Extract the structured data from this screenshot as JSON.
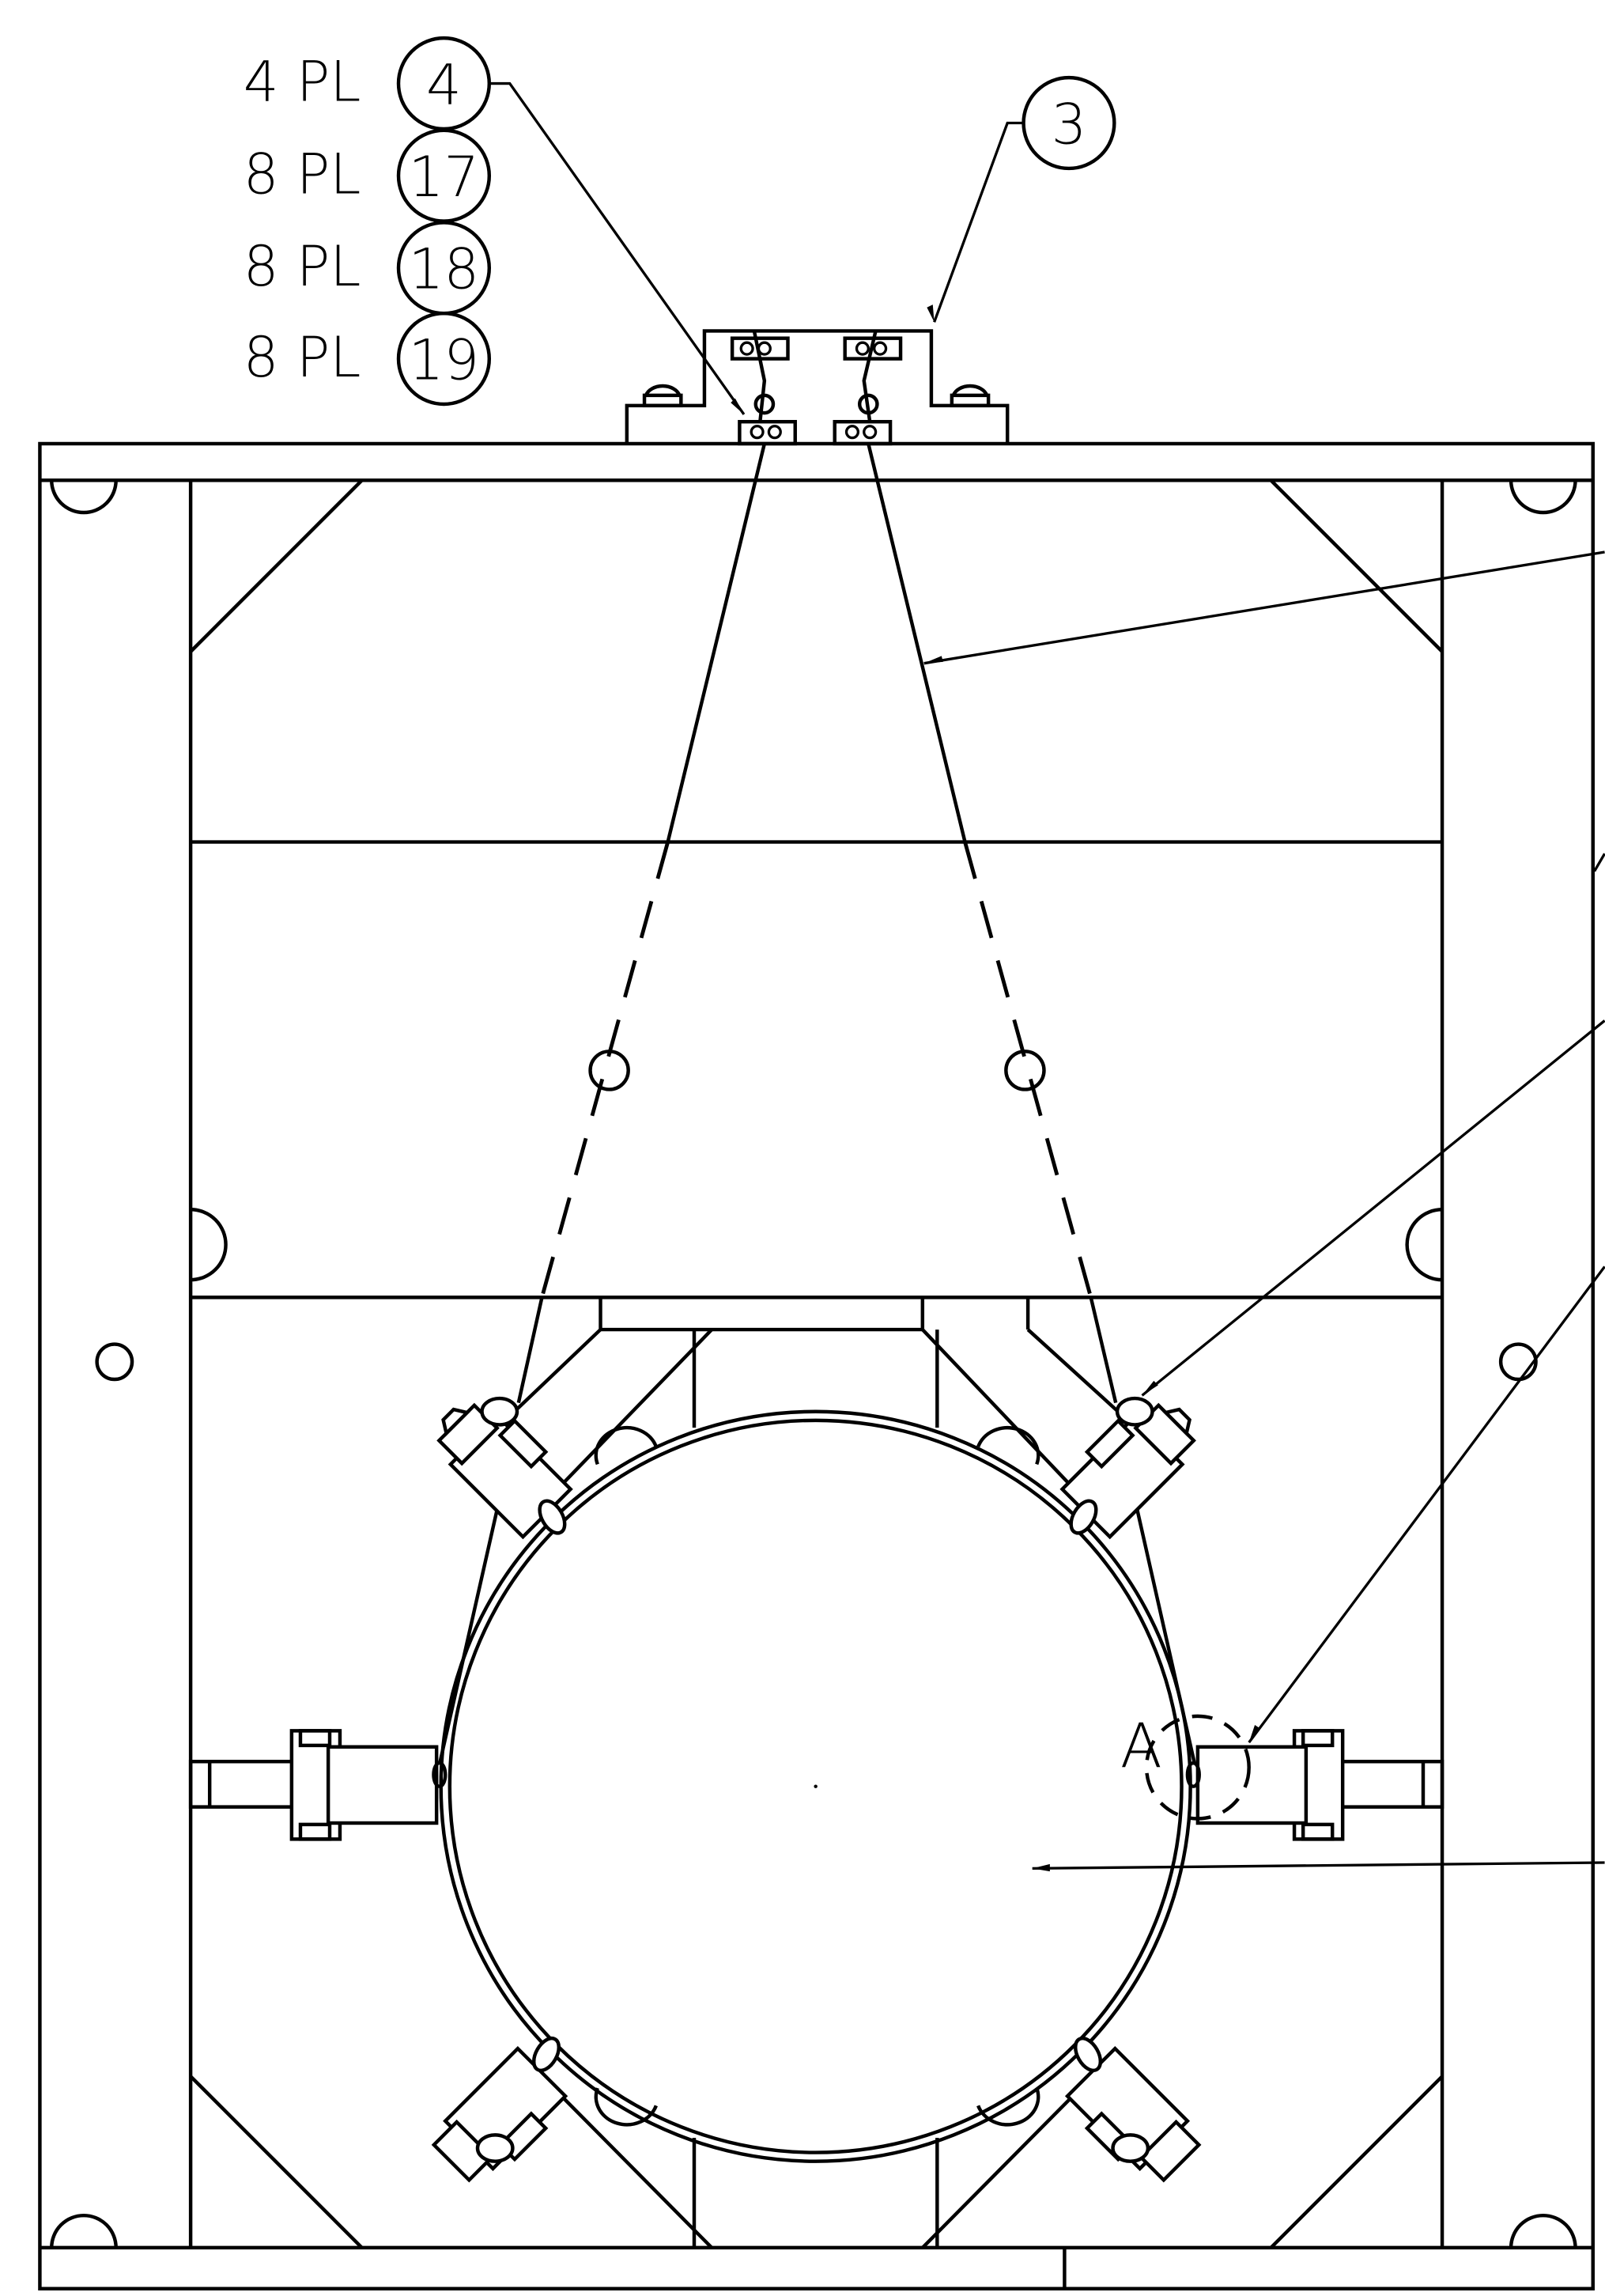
{
  "callouts": [
    {
      "qty": "4 PL",
      "item": "4"
    },
    {
      "qty": "8 PL",
      "item": "17"
    },
    {
      "qty": "8 PL",
      "item": "18"
    },
    {
      "qty": "8 PL",
      "item": "19"
    }
  ],
  "balloon_3": "3",
  "detail_label": "A"
}
